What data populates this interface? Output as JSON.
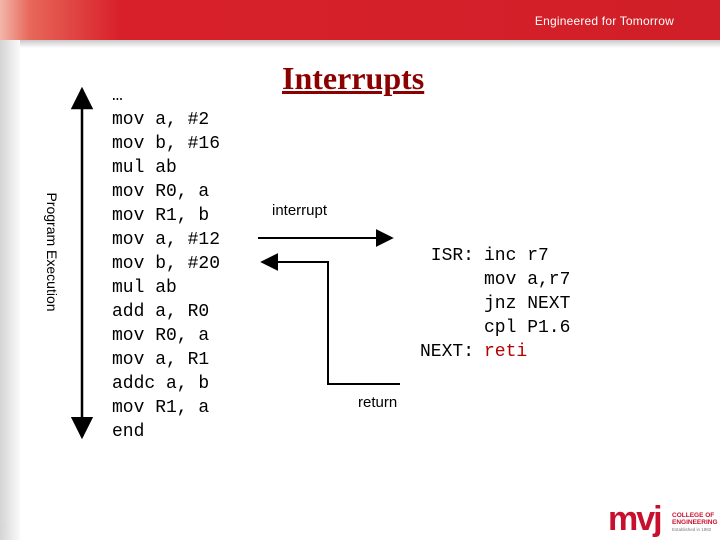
{
  "header": {
    "tagline": "Engineered for Tomorrow"
  },
  "slide": {
    "title": "Interrupts",
    "side_label": "Program Execution",
    "main_program": [
      "…",
      "mov a, #2",
      "mov b, #16",
      "mul ab",
      "mov R0, a",
      "mov R1, b",
      "mov a, #12",
      "mov b, #20",
      "mul ab",
      "add a, R0",
      "mov R0, a",
      "mov a, R1",
      "addc a, b",
      "mov R1, a",
      "end"
    ],
    "interrupt_label": "interrupt",
    "return_label": "return",
    "isr": {
      "labels": [
        "ISR:",
        "",
        "",
        "",
        "NEXT:"
      ],
      "lines": [
        "inc r7",
        "mov a,r7",
        "jnz NEXT",
        "cpl P1.6",
        "reti"
      ]
    }
  },
  "logo": {
    "mark": "mvj",
    "line1": "COLLEGE OF",
    "line2": "ENGINEERING",
    "line3": "Established in 1982"
  },
  "colors": {
    "header_red": "#d01f28",
    "title": "#8b0000",
    "reti": "#b30000",
    "logo_red": "#c8102e"
  }
}
